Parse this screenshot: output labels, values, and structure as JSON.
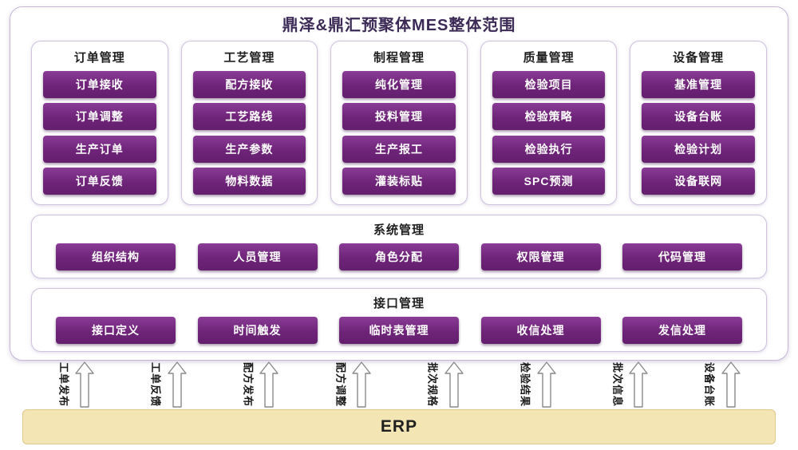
{
  "title": "鼎泽&鼎汇预聚体MES整体范围",
  "columns": [
    {
      "title": "订单管理",
      "items": [
        "订单接收",
        "订单调整",
        "生产订单",
        "订单反馈"
      ]
    },
    {
      "title": "工艺管理",
      "items": [
        "配方接收",
        "工艺路线",
        "生产参数",
        "物料数据"
      ]
    },
    {
      "title": "制程管理",
      "items": [
        "纯化管理",
        "投料管理",
        "生产报工",
        "灌装标贴"
      ]
    },
    {
      "title": "质量管理",
      "items": [
        "检验项目",
        "检验策略",
        "检验执行",
        "SPC预测"
      ]
    },
    {
      "title": "设备管理",
      "items": [
        "基准管理",
        "设备台账",
        "检验计划",
        "设备联网"
      ]
    }
  ],
  "system_row": {
    "title": "系统管理",
    "items": [
      "组织结构",
      "人员管理",
      "角色分配",
      "权限管理",
      "代码管理"
    ]
  },
  "interface_row": {
    "title": "接口管理",
    "items": [
      "接口定义",
      "时间触发",
      "临时表管理",
      "收信处理",
      "发信处理"
    ]
  },
  "arrows": [
    {
      "label": "工单发布",
      "direction": "up"
    },
    {
      "label": "工单反馈",
      "direction": "up"
    },
    {
      "label": "配方发布",
      "direction": "up"
    },
    {
      "label": "配方调整",
      "direction": "up"
    },
    {
      "label": "批次规格",
      "direction": "up"
    },
    {
      "label": "检验结果",
      "direction": "up"
    },
    {
      "label": "批次信息",
      "direction": "up"
    },
    {
      "label": "设备台账",
      "direction": "up"
    }
  ],
  "erp": {
    "label": "ERP"
  },
  "colors": {
    "button_purple": "#6e2478",
    "panel_border": "#cfc2de",
    "erp_yellow": "#f4e6b4",
    "title_text": "#3a2a55"
  }
}
